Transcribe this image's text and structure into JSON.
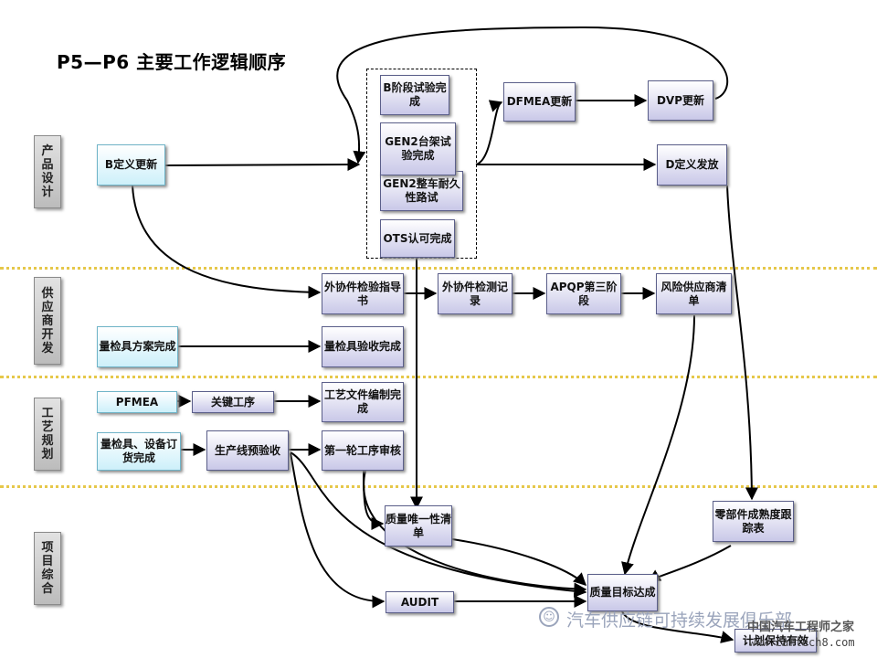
{
  "title": "P5—P6  主要工作逻辑顺序",
  "lanes": [
    {
      "id": "design",
      "chars": [
        "产",
        "品",
        "设",
        "计"
      ]
    },
    {
      "id": "supplier",
      "chars": [
        "供",
        "应",
        "商",
        "开",
        "发"
      ]
    },
    {
      "id": "process",
      "chars": [
        "工",
        "艺",
        "规",
        "划"
      ]
    },
    {
      "id": "project",
      "chars": [
        "项",
        "目",
        "综",
        "合"
      ]
    }
  ],
  "nodes": {
    "b_def": {
      "text": "B定义更新",
      "style": "cyan"
    },
    "b_stage": {
      "text": "B阶段试验完成",
      "style": "purple"
    },
    "gen2_rig": {
      "text": "GEN2台架试验完成",
      "style": "purple"
    },
    "gen2_veh": {
      "text": "GEN2整车耐久性路试",
      "style": "purple"
    },
    "ots": {
      "text": "OTS认可完成",
      "style": "purple"
    },
    "dfmea": {
      "text": "DFMEA更新",
      "style": "purple"
    },
    "dvp": {
      "text": "DVP更新",
      "style": "purple"
    },
    "d_def": {
      "text": "D定义发放",
      "style": "purple"
    },
    "ext_guide": {
      "text": "外协件检验指导书",
      "style": "purple"
    },
    "ext_rec": {
      "text": "外协件检测记录",
      "style": "purple"
    },
    "apqp": {
      "text": "APQP第三阶段",
      "style": "purple"
    },
    "risk": {
      "text": "风险供应商清单",
      "style": "purple"
    },
    "gauge_plan": {
      "text": "量检具方案完成",
      "style": "cyan"
    },
    "gauge_acc": {
      "text": "量检具验收完成",
      "style": "purple"
    },
    "pfmea": {
      "text": "PFMEA",
      "style": "cyan"
    },
    "key_op": {
      "text": "关键工序",
      "style": "purple"
    },
    "proc_doc": {
      "text": "工艺文件编制完成",
      "style": "purple"
    },
    "equip": {
      "text": "量检具、设备订货完成",
      "style": "cyan"
    },
    "line_pre": {
      "text": "生产线预验收",
      "style": "purple"
    },
    "first_rev": {
      "text": "第一轮工序审核",
      "style": "purple"
    },
    "quality_list": {
      "text": "质量唯一性清单",
      "style": "purple"
    },
    "maturity": {
      "text": "零部件成熟度跟踪表",
      "style": "purple"
    },
    "quality_goal": {
      "text": "质量目标达成",
      "style": "purple"
    },
    "audit": {
      "text": "AUDIT",
      "style": "purple"
    },
    "plan_keep": {
      "text": "计划保持有效",
      "style": "purple"
    }
  },
  "watermark": {
    "text": "汽车供应链可持续发展俱乐部",
    "site": "中国汽车工程师之家",
    "url": "www.cartech8.com"
  }
}
